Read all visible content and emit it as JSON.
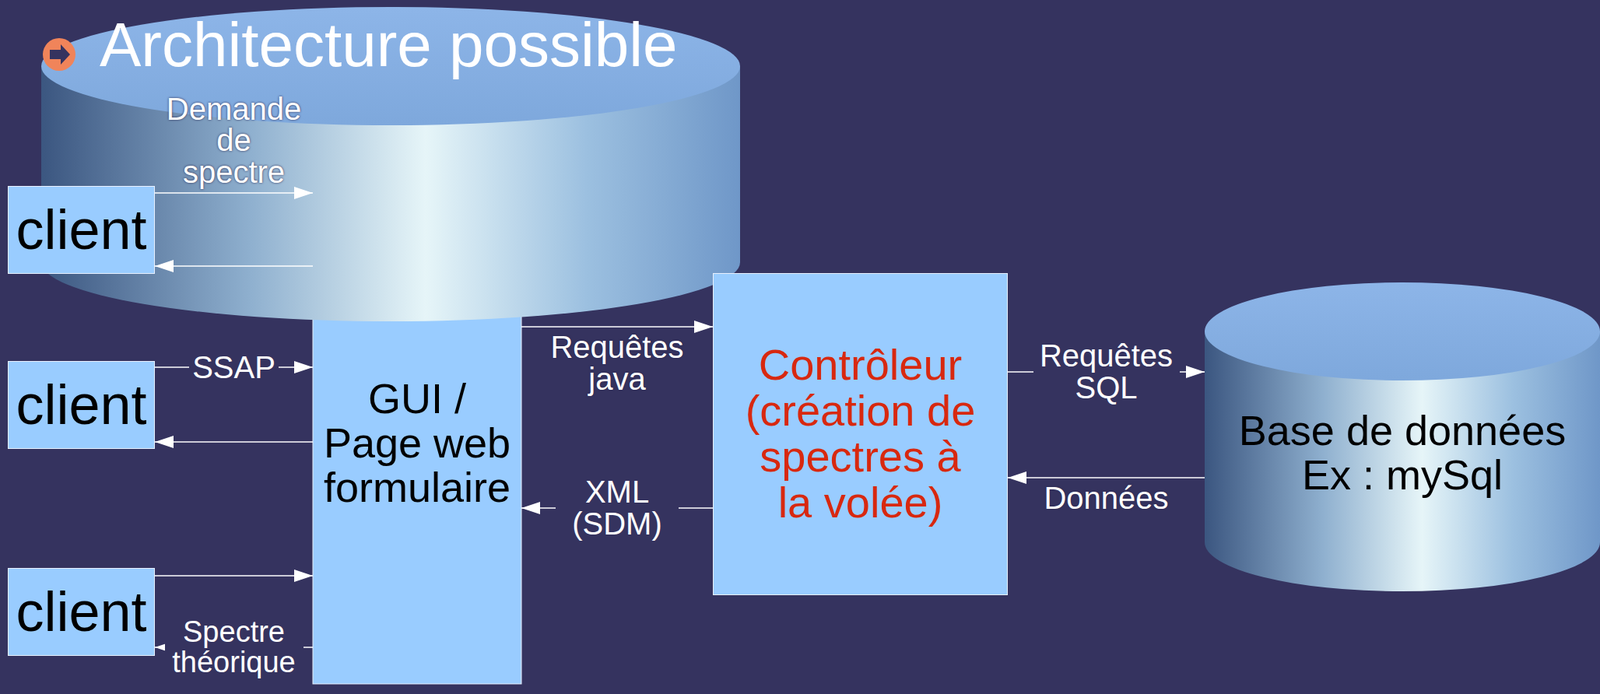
{
  "diagram": {
    "title": "Architecture possible",
    "nodes": [
      {
        "text": [
          "client"
        ]
      },
      {
        "text": [
          "client"
        ]
      },
      {
        "text": [
          "client"
        ]
      },
      {
        "text": [
          "GUI / Page web formulaire"
        ]
      },
      {
        "text": [
          "Contrôleur",
          "(création de spectres à la volée)"
        ]
      },
      {
        "text": [
          "Base de données",
          "Ex : mySql"
        ]
      }
    ],
    "edges": [
      {
        "from": 0,
        "to": 3,
        "label": "Demande de spectre",
        "arrow": "to"
      },
      {
        "from": 3,
        "to": 0,
        "arrow": "to"
      },
      {
        "from": 1,
        "to": 3,
        "label": "SSAP",
        "arrow": "to"
      },
      {
        "from": 3,
        "to": 1,
        "arrow": "to"
      },
      {
        "from": 2,
        "to": 3,
        "arrow": "to"
      },
      {
        "from": 3,
        "to": 2,
        "label": "Spectre théorique",
        "arrow": "to"
      },
      {
        "from": 3,
        "to": 4,
        "label": "Requêtes java",
        "arrow": "to"
      },
      {
        "from": 4,
        "to": 3,
        "label": "XML (SDM)",
        "arrow": "to"
      },
      {
        "from": 4,
        "to": 5,
        "label": "Requêtes SQL",
        "arrow": "to"
      },
      {
        "from": 5,
        "to": 4,
        "label": "Données",
        "arrow": "to"
      }
    ]
  }
}
